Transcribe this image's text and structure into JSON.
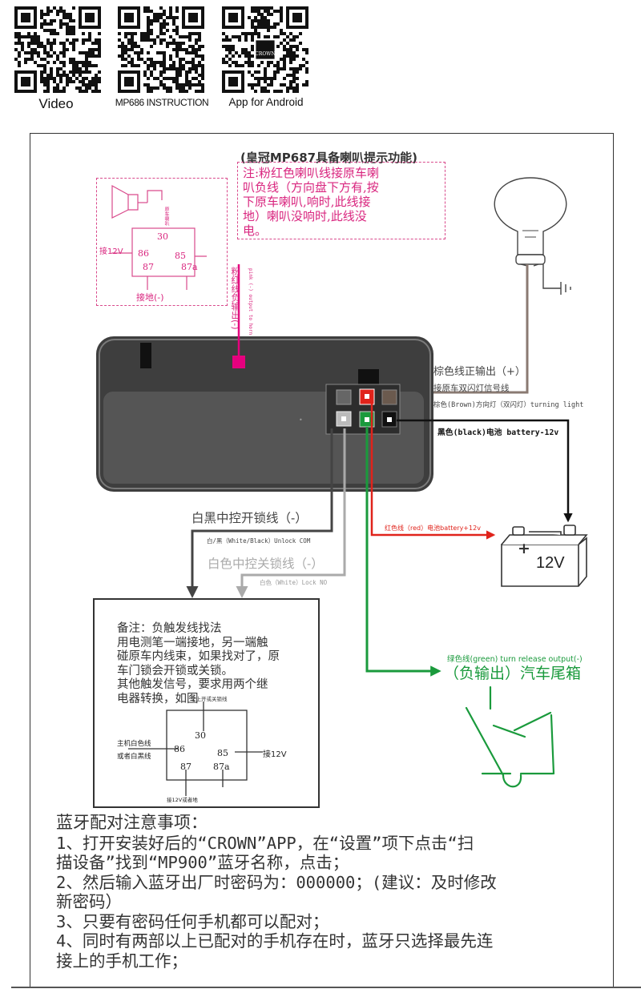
{
  "qr_codes": [
    {
      "label": "Video",
      "icon": "qr-code-icon"
    },
    {
      "label": "MP686 INSTRUCTION",
      "icon": "qr-code-icon"
    },
    {
      "label": "App for Android",
      "icon": "qr-code-icon",
      "center_logo": "CROWN"
    }
  ],
  "top_title": "(皇冠MP687具备喇叭提示功能)",
  "horn_note": {
    "lines": [
      "注:粉红色喇叭线接原车喇",
      "叭负线（方向盘下方有,按",
      "下原车喇叭,响时,此线接",
      "地）喇叭没响时,此线没",
      "电。"
    ]
  },
  "horn_relay": {
    "label_12v": "接12V",
    "label_ground": "接地(-)",
    "pins": [
      "30",
      "86",
      "85",
      "87",
      "87a"
    ],
    "horn_note_small": "原车喇叭"
  },
  "pink_wire_label": "粉红线负输出(-)",
  "pink_wire_label_en": "pink (-) output to horn",
  "wires": {
    "brown_cn": "棕色线正输出（+）",
    "brown_cn2": "接原车双闪灯信号线",
    "brown_en": "棕色(Brown)方向灯（双闪灯）turning light",
    "black": "黑色(black)电池 battery-12v",
    "red": "红色线（red）电池battery+12v",
    "white_black_cn": "白黑中控开锁线（-）",
    "white_black_en": "白/黑（White/Black）Unlock COM",
    "white_cn": "白色中控关锁线（-）",
    "white_en": "白色（White）Lock NO",
    "green_en": "绿色线(green) turn release output(-)",
    "green_cn": "（负输出）汽车尾箱"
  },
  "battery": {
    "label": "12V",
    "plus": "+"
  },
  "remark": {
    "lines": [
      "备注：负触发线找法",
      "    用电测笔一端接地，另一端触",
      "碰原车内线束，如果找对了，原",
      "车门锁会开锁或关锁。",
      "    其他触发信号，要求用两个继",
      "电器转换，如图"
    ],
    "relay_top": "车上开或关锁线",
    "relay_left1": "主机白色线",
    "relay_left2": "或者白黑线",
    "relay_right": "接12V",
    "relay_bottom": "接12V或者地",
    "pins": [
      "30",
      "86",
      "85",
      "87",
      "87a"
    ]
  },
  "bluetooth": {
    "heading": "蓝牙配对注意事项：",
    "lines": [
      "1、打开安装好后的“CROWN”APP，在“设置”项下点击“扫",
      "描设备”找到“MP900”蓝牙名称，点击；",
      "2、然后输入蓝牙出厂时密码为：000000；(建议：及时修改",
      "新密码）",
      "3、只要有密码任何手机都可以配对；",
      "4、同时有两部以上已配对的手机存在时，蓝牙只选择最先连",
      "接上的手机工作；"
    ]
  },
  "colors": {
    "pink": "#e6007e",
    "red": "#e0231b",
    "green": "#1a9a3c",
    "brown": "#8a7a72",
    "black": "#111111",
    "grey": "#999999",
    "unit": "#4f4f4f"
  }
}
